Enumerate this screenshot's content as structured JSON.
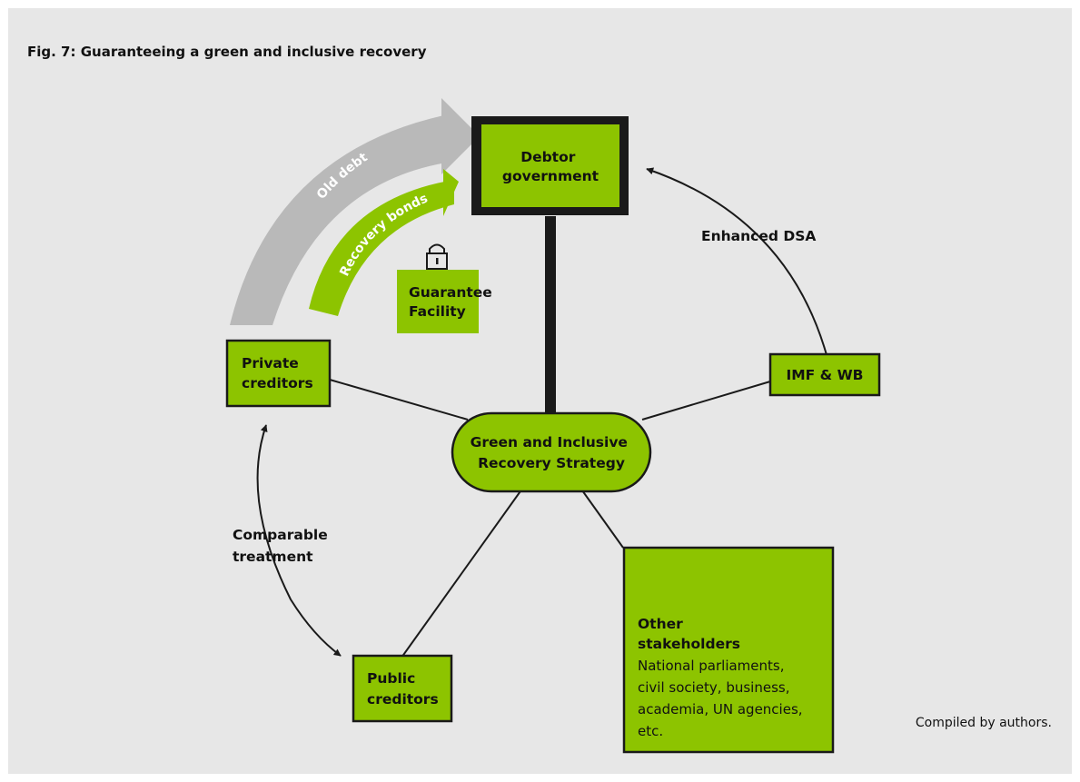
{
  "figure": {
    "title": "Fig. 7: Guaranteeing a green and inclusive recovery",
    "credit": "Compiled by authors."
  },
  "colors": {
    "background": "#e7e7e7",
    "node_fill": "#8dc400",
    "old_debt_band": "#b9b9b9",
    "recovery_band": "#8dc400",
    "outline": "#1a1a1a"
  },
  "nodes": {
    "debtor": [
      "Debtor",
      "government"
    ],
    "center": [
      "Green and Inclusive",
      "Recovery Strategy"
    ],
    "private": [
      "Private",
      "creditors"
    ],
    "imf": [
      "IMF & WB"
    ],
    "public": [
      "Public",
      "creditors"
    ],
    "guarantee": [
      "Guarantee",
      "Facility"
    ],
    "other_title": [
      "Other",
      "stakeholders"
    ],
    "other_desc": [
      "National parliaments,",
      "civil society, business,",
      "academia, UN agencies,",
      "etc."
    ]
  },
  "arcs": {
    "old_debt": "Old debt",
    "recovery_bonds": "Recovery bonds"
  },
  "icons": {
    "guarantee": "lock-icon"
  },
  "arrows": {
    "enhanced_dsa": "Enhanced DSA",
    "comparable": [
      "Comparable",
      "treatment"
    ]
  }
}
